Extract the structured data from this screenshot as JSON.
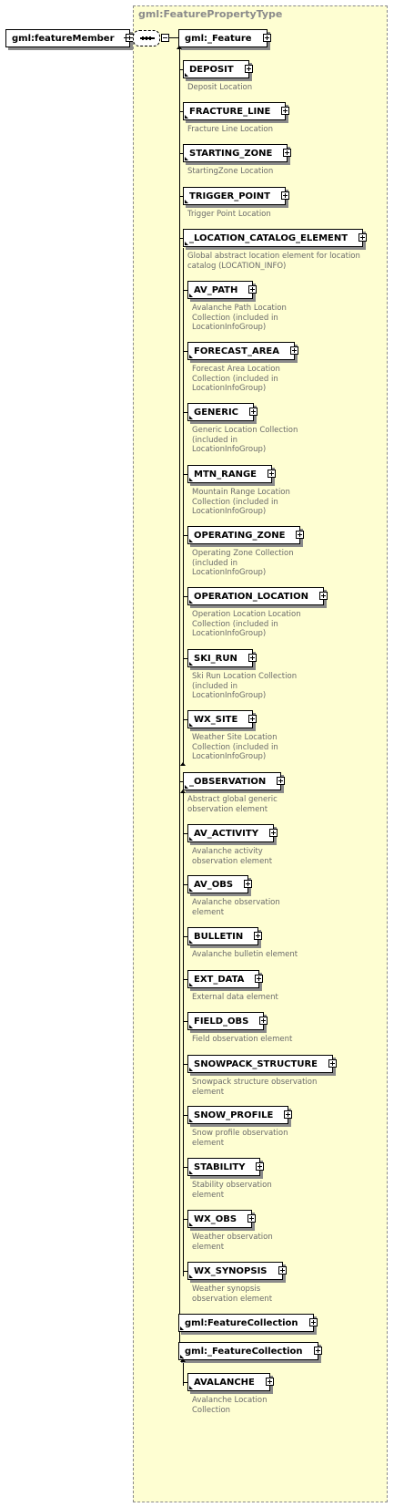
{
  "root": {
    "label": "gml:featureMember"
  },
  "type_name": "gml:FeaturePropertyType",
  "head": {
    "label": "gml:_Feature"
  },
  "elements": [
    {
      "label": "DEPOSIT",
      "desc": [
        "Deposit Location"
      ]
    },
    {
      "label": "FRACTURE_LINE",
      "desc": [
        "Fracture Line Location"
      ]
    },
    {
      "label": "STARTING_ZONE",
      "desc": [
        "StartingZone Location"
      ]
    },
    {
      "label": "TRIGGER_POINT",
      "desc": [
        "Trigger Point Location"
      ]
    },
    {
      "label": "_LOCATION_CATALOG_ELEMENT",
      "desc": [
        "Global abstract location element for location",
        "catalog (LOCATION_INFO)"
      ]
    },
    {
      "label": "AV_PATH",
      "desc": [
        "Avalanche Path Location",
        "Collection (included in",
        "LocationInfoGroup)"
      ]
    },
    {
      "label": "FORECAST_AREA",
      "desc": [
        "Forecast Area Location",
        "Collection (included in",
        "LocationInfoGroup)"
      ]
    },
    {
      "label": "GENERIC",
      "desc": [
        "Generic Location Collection",
        "(included in",
        "LocationInfoGroup)"
      ]
    },
    {
      "label": "MTN_RANGE",
      "desc": [
        "Mountain Range Location",
        "Collection (included in",
        "LocationInfoGroup)"
      ]
    },
    {
      "label": "OPERATING_ZONE",
      "desc": [
        "Operating Zone Collection",
        "(included in",
        "LocationInfoGroup)"
      ]
    },
    {
      "label": "OPERATION_LOCATION",
      "desc": [
        "Operation Location Location",
        "Collection (included in",
        "LocationInfoGroup)"
      ]
    },
    {
      "label": "SKI_RUN",
      "desc": [
        "Ski Run Location Collection",
        "(included in",
        "LocationInfoGroup)"
      ]
    },
    {
      "label": "WX_SITE",
      "desc": [
        "Weather Site Location",
        "Collection (included in",
        "LocationInfoGroup)"
      ]
    },
    {
      "label": "_OBSERVATION",
      "desc": [
        "Abstract global generic",
        "observation element"
      ]
    },
    {
      "label": "AV_ACTIVITY",
      "desc": [
        "Avalanche activity",
        "observation element"
      ]
    },
    {
      "label": "AV_OBS",
      "desc": [
        "Avalanche observation",
        "element"
      ]
    },
    {
      "label": "BULLETIN",
      "desc": [
        "Avalanche bulletin element"
      ]
    },
    {
      "label": "EXT_DATA",
      "desc": [
        "External data element"
      ]
    },
    {
      "label": "FIELD_OBS",
      "desc": [
        "Field observation element"
      ]
    },
    {
      "label": "SNOWPACK_STRUCTURE",
      "desc": [
        "Snowpack structure observation",
        "element"
      ]
    },
    {
      "label": "SNOW_PROFILE",
      "desc": [
        "Snow profile observation",
        "element"
      ]
    },
    {
      "label": "STABILITY",
      "desc": [
        "Stability observation",
        "element"
      ]
    },
    {
      "label": "WX_OBS",
      "desc": [
        "Weather observation",
        "element"
      ]
    },
    {
      "label": "WX_SYNOPSIS",
      "desc": [
        "Weather synopsis",
        "observation element"
      ]
    },
    {
      "label": "gml:FeatureCollection",
      "desc": []
    },
    {
      "label": "gml:_FeatureCollection",
      "desc": []
    },
    {
      "label": "AVALANCHE",
      "desc": [
        "Avalanche Location",
        "Collection"
      ]
    }
  ]
}
